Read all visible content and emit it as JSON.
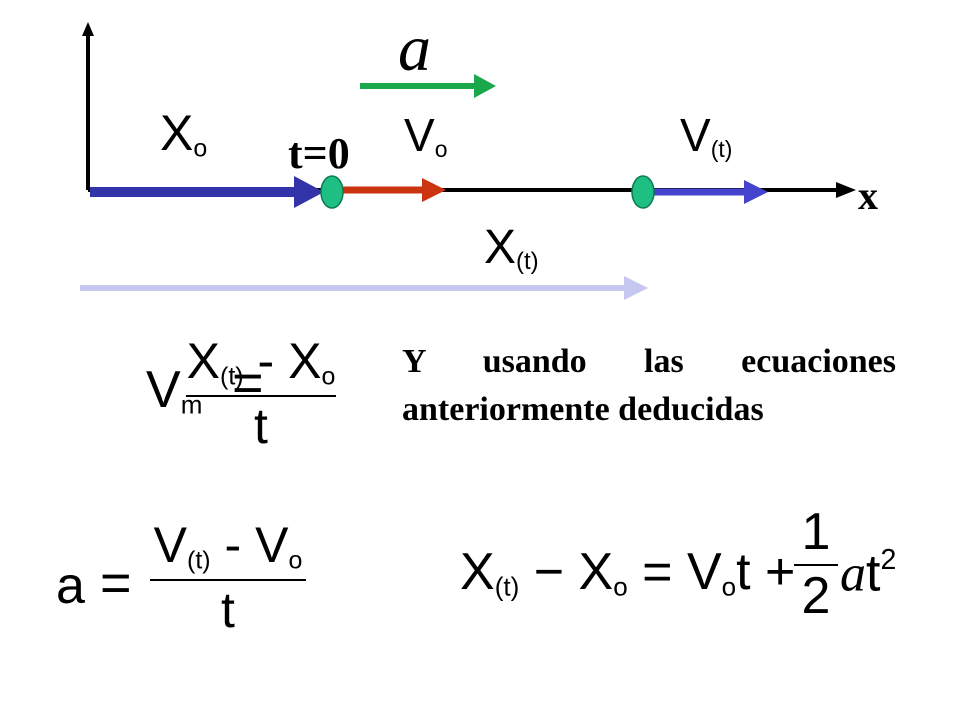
{
  "diagram": {
    "accel_symbol": "a",
    "x0_label": {
      "base": "X",
      "sub": "o"
    },
    "t0_label": "t=0",
    "v0_label": {
      "base": "V",
      "sub": "o"
    },
    "vt_label": {
      "base": "V",
      "sub": "(t)"
    },
    "axis_label": "x",
    "xt_label": {
      "base": "X",
      "sub": "(t)"
    },
    "colors": {
      "accel_arrow": "#1aa84a",
      "x0_arrow": "#3333aa",
      "v0_arrow": "#cc3311",
      "vt_arrow": "#4444cc",
      "xt_arrow": "#c5c8f0",
      "particle": "#1fbf84",
      "axis": "#000000"
    }
  },
  "text": {
    "paragraph": "Y usando las ecuaciones anteriormente deducidas"
  },
  "equations": {
    "vm": {
      "lhs_base": "V",
      "lhs_sub": "m",
      "equals": "=",
      "num_a_base": "X",
      "num_a_sub": "(t)",
      "minus": "-",
      "num_b_base": "X",
      "num_b_sub": "o",
      "den": "t"
    },
    "a": {
      "lhs": "a",
      "equals": "=",
      "num_a_base": "V",
      "num_a_sub": "(t)",
      "minus": "-",
      "num_b_base": "V",
      "num_b_sub": "o",
      "den": "t"
    },
    "position": {
      "x_t_base": "X",
      "x_t_sub": "(t)",
      "minus": "−",
      "x_o_base": "X",
      "x_o_sub": "o",
      "equals": "=",
      "v_o_base": "V",
      "v_o_sub": "o",
      "t1": "t",
      "plus": "+",
      "frac_num": "1",
      "frac_den": "2",
      "a": "a",
      "t2": "t",
      "exp": "2"
    }
  }
}
